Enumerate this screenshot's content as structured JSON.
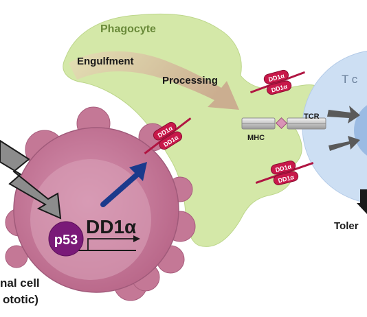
{
  "phagocyte": {
    "title": "Phagocyte",
    "engulfment": "Engulfment",
    "processing": "Processing"
  },
  "t_cell": {
    "title_partial": "T c",
    "tolerance_partial": "Toler"
  },
  "apoptotic_cell": {
    "line1_partial": "nal cell",
    "line2_partial": "ototic)"
  },
  "nucleus": {
    "gene_label": "p53",
    "product_label": "DD1α"
  },
  "receptors": {
    "mhc_label": "MHC",
    "tcr_label": "TCR"
  },
  "molecule_label": "DD1α",
  "colors": {
    "phagocyte_fill": "#d2e7a4",
    "apoptotic_fill": "#d08aa6",
    "apoptotic_inner": "#c06f92",
    "t_cell_fill": "#c7d9f1",
    "dd1a_fill": "#c8184a",
    "p53_fill": "#7a1a78",
    "arrow_blue": "#1b3a8c"
  }
}
